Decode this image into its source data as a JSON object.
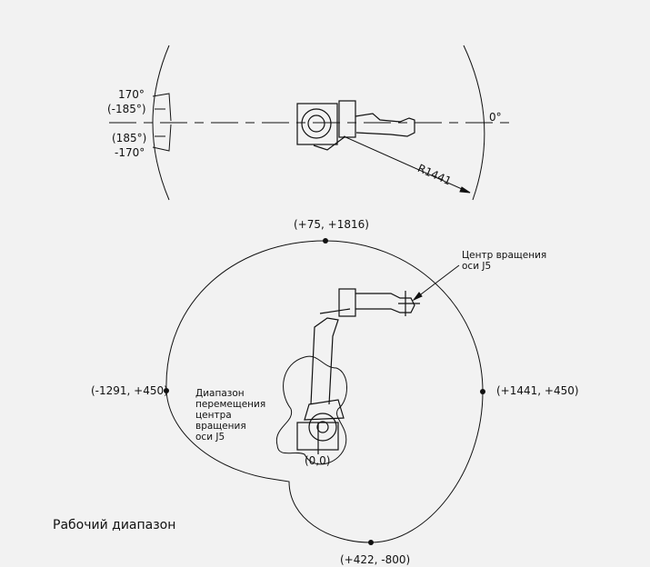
{
  "top_view": {
    "angle_pos": "170°",
    "angle_pos_alt": "(-185°)",
    "angle_neg_alt": "(185°)",
    "angle_neg": "-170°",
    "zero_angle": "0°",
    "radius": "R1441"
  },
  "side_view": {
    "point_top": "(+75, +1816)",
    "point_left": "(-1291, +450)",
    "point_right": "(+1441, +450)",
    "point_bottom": "(+422, -800)",
    "origin": "(0,0)",
    "j5_center_label": [
      "Центр вращения",
      "оси J5"
    ],
    "j5_range_label": [
      "Диапазон",
      "перемещения",
      "центра",
      "вращения",
      "оси J5"
    ]
  },
  "caption": "Рабочий диапазон"
}
